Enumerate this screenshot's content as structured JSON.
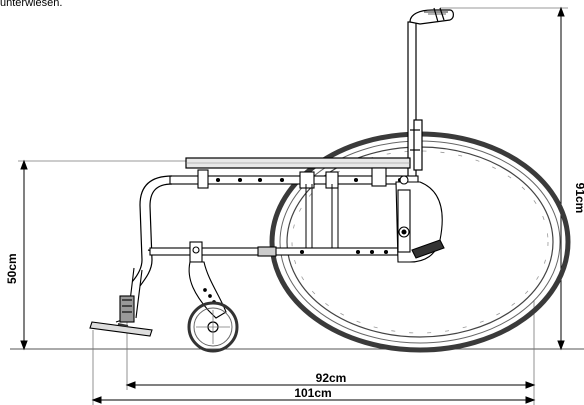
{
  "caption": "unterwiesen.",
  "dimensions": {
    "seat_height": "50cm",
    "total_height": "91cm",
    "depth_wheels": "92cm",
    "depth_total": "101cm"
  },
  "colors": {
    "line": "#000000",
    "dim_line": "#444444",
    "tire": "#3a3a3a",
    "seat": "#e8e8e8"
  }
}
